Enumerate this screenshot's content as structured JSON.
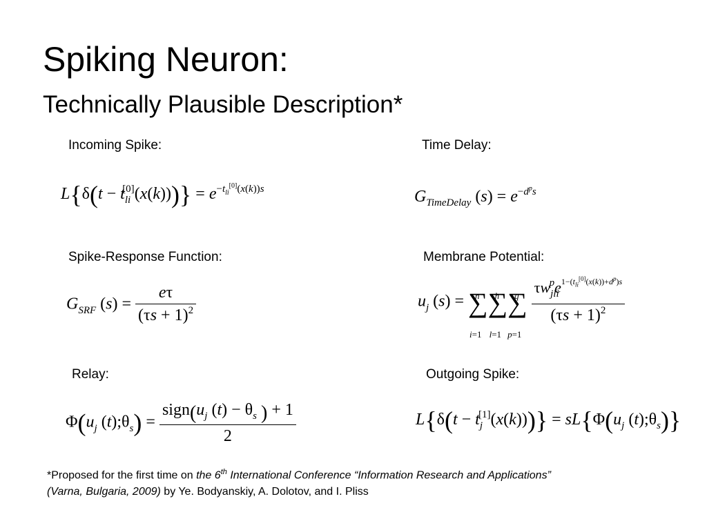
{
  "slide": {
    "title": "Spiking Neuron:",
    "subtitle": "Technically Plausible Description*"
  },
  "labels": {
    "incoming_spike": "Incoming Spike:",
    "time_delay": "Time Delay:",
    "srf": "Spike-Response Function:",
    "membrane": "Membrane Potential:",
    "relay": "Relay:",
    "outgoing_spike": "Outgoing Spike:"
  },
  "footnote": {
    "prefix": "*Proposed for the first time on ",
    "italic_the": "the 6",
    "sup": "th",
    "italic_conf": " International   Conference “Information Research and  Applications”",
    "italic_place": "(Varna, Bulgaria, 2009)",
    "authors": " by Ye. Bodyanskiy, A. Dolotov, and I. Pliss"
  }
}
